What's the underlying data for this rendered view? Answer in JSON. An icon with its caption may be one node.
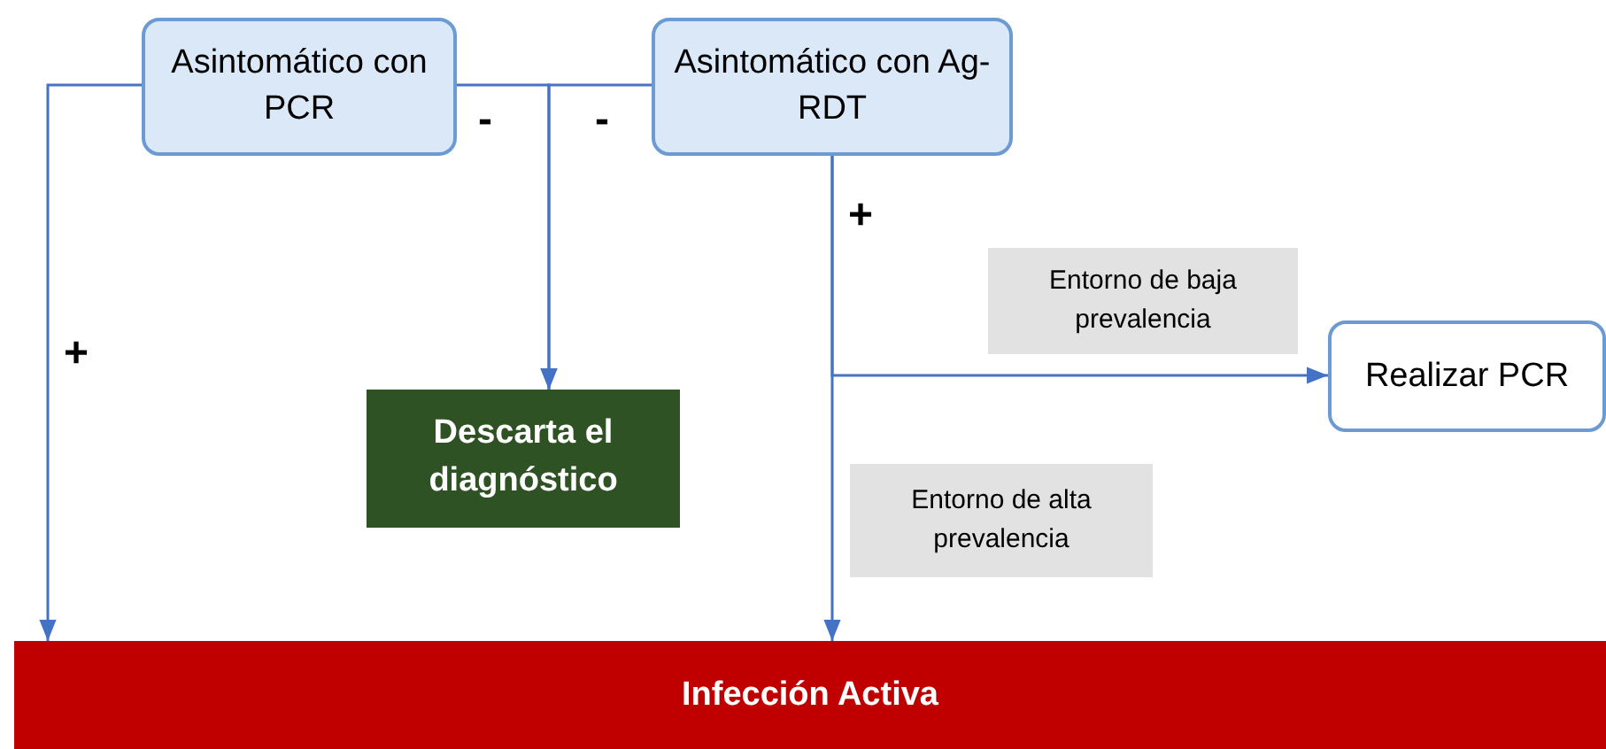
{
  "diagram": {
    "nodes": [
      {
        "text": [
          "Asintomático con PCR"
        ]
      },
      {
        "text": [
          "Asintomático con Ag-RDT"
        ]
      },
      {
        "text": [
          "Descarta el diagnóstico"
        ]
      },
      {
        "text": [
          "Entorno de baja prevalencia"
        ]
      },
      {
        "text": [
          "Realizar PCR"
        ]
      },
      {
        "text": [
          "Entorno de alta prevalencia"
        ]
      },
      {
        "text": [
          "Infección Activa"
        ]
      }
    ],
    "edges": [
      {
        "from": 0,
        "to": 6,
        "arrow": "to",
        "label": "+"
      },
      {
        "from": 0,
        "to": 2,
        "arrow": "to",
        "label": "-"
      },
      {
        "from": 1,
        "to": 2,
        "arrow": "to",
        "label": "-"
      },
      {
        "from": 1,
        "to": 4,
        "arrow": "to"
      },
      {
        "from": 1,
        "to": 6,
        "arrow": "to",
        "label": "+"
      }
    ]
  }
}
